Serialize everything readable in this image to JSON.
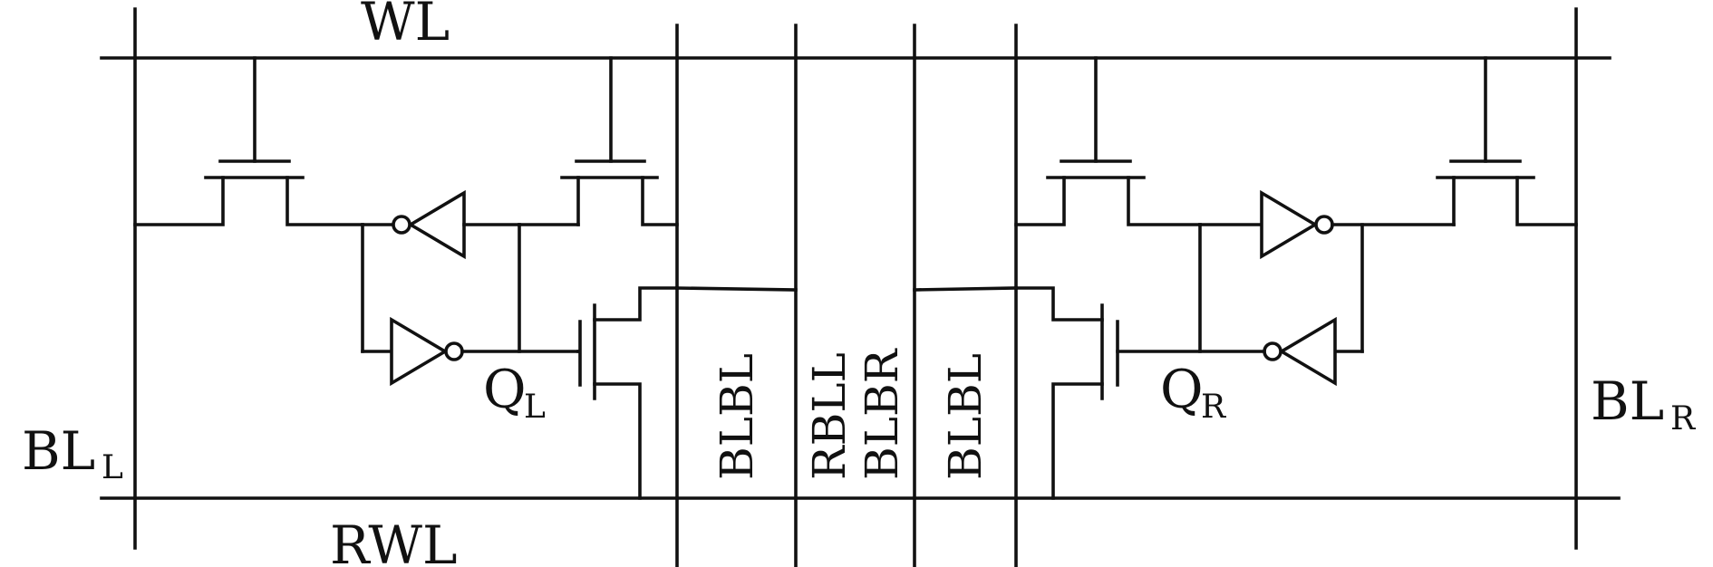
{
  "diagram": {
    "wordline": "WL",
    "read_wordline": "RWL",
    "bitline_left": {
      "main": "BL",
      "sub": "L"
    },
    "bitline_right": {
      "main": "BL",
      "sub": "R"
    },
    "node_left": {
      "main": "Q",
      "sub": "L"
    },
    "node_right": {
      "main": "Q",
      "sub": "R"
    },
    "vertical_labels": [
      "BLBL",
      "RBLL",
      "BLBR",
      "BLBL"
    ]
  }
}
